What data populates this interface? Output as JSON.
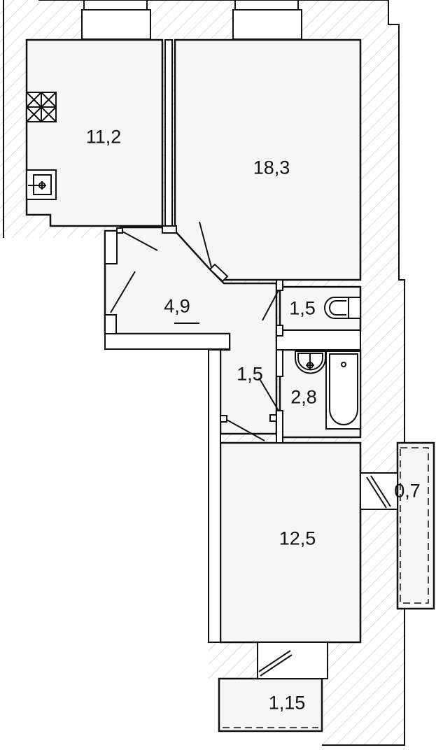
{
  "rooms": {
    "kitchen": "11,2",
    "bedroom_large": "18,3",
    "hallway": "4,9",
    "toilet": "1,5",
    "corridor": "1,5",
    "bathroom": "2,8",
    "bedroom_small": "12,5",
    "balcony": "0,7",
    "loggia": "1,15"
  },
  "colors": {
    "wall_hatch": "#bdbdbd",
    "room_fill": "#f6f6f6",
    "line": "#111111"
  }
}
